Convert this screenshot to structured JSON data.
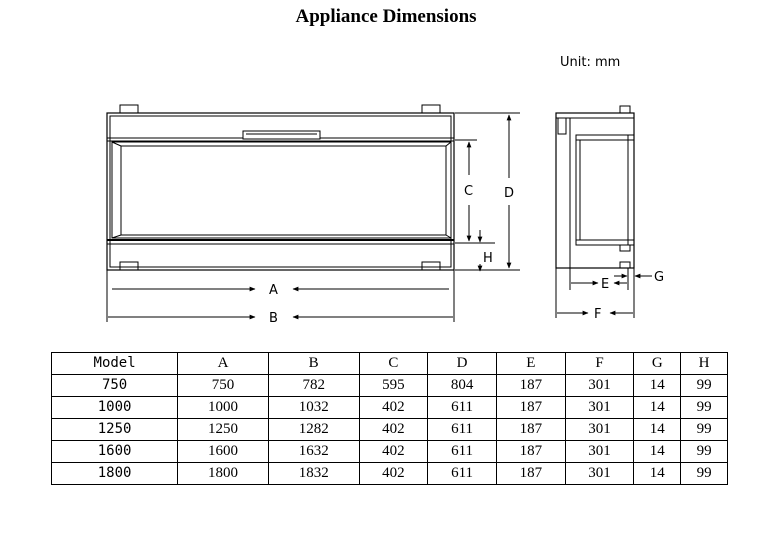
{
  "title": "Appliance Dimensions",
  "unit": "Unit: mm",
  "labels": {
    "A": "A",
    "B": "B",
    "C": "C",
    "D": "D",
    "E": "E",
    "F": "F",
    "G": "G",
    "H": "H"
  },
  "table": {
    "headers": [
      "Model",
      "A",
      "B",
      "C",
      "D",
      "E",
      "F",
      "G",
      "H"
    ],
    "rows": [
      [
        "750",
        "750",
        "782",
        "595",
        "804",
        "187",
        "301",
        "14",
        "99"
      ],
      [
        "1000",
        "1000",
        "1032",
        "402",
        "611",
        "187",
        "301",
        "14",
        "99"
      ],
      [
        "1250",
        "1250",
        "1282",
        "402",
        "611",
        "187",
        "301",
        "14",
        "99"
      ],
      [
        "1600",
        "1600",
        "1632",
        "402",
        "611",
        "187",
        "301",
        "14",
        "99"
      ],
      [
        "1800",
        "1800",
        "1832",
        "402",
        "611",
        "187",
        "301",
        "14",
        "99"
      ]
    ]
  }
}
